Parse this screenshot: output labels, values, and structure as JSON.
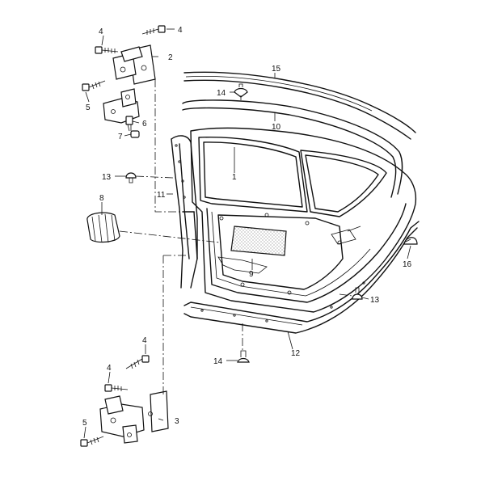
{
  "diagram": {
    "labels": [
      {
        "key": "lbl_1",
        "text": "1"
      },
      {
        "key": "lbl_2",
        "text": "2"
      },
      {
        "key": "lbl_3",
        "text": "3"
      },
      {
        "key": "lbl_4a",
        "text": "4"
      },
      {
        "key": "lbl_4b",
        "text": "4"
      },
      {
        "key": "lbl_4c",
        "text": "4"
      },
      {
        "key": "lbl_4d",
        "text": "4"
      },
      {
        "key": "lbl_5a",
        "text": "5"
      },
      {
        "key": "lbl_5b",
        "text": "5"
      },
      {
        "key": "lbl_6",
        "text": "6"
      },
      {
        "key": "lbl_7",
        "text": "7"
      },
      {
        "key": "lbl_8",
        "text": "8"
      },
      {
        "key": "lbl_9",
        "text": "9"
      },
      {
        "key": "lbl_10",
        "text": "10"
      },
      {
        "key": "lbl_11",
        "text": "11"
      },
      {
        "key": "lbl_12",
        "text": "12"
      },
      {
        "key": "lbl_13a",
        "text": "13"
      },
      {
        "key": "lbl_13b",
        "text": "13"
      },
      {
        "key": "lbl_14a",
        "text": "14"
      },
      {
        "key": "lbl_14b",
        "text": "14"
      },
      {
        "key": "lbl_15",
        "text": "15"
      },
      {
        "key": "lbl_16",
        "text": "16"
      }
    ],
    "colors": {
      "ink": "#111111",
      "paper": "#ffffff",
      "dots": "#bdbdbd"
    }
  }
}
